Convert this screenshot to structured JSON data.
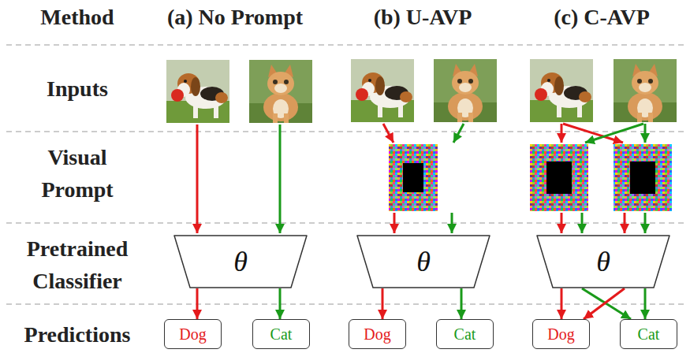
{
  "diagram": {
    "nodes": [
      {
        "text": [
          "θ"
        ]
      },
      {
        "text": [
          "θ"
        ]
      },
      {
        "text": [
          "θ"
        ]
      },
      {
        "text": [
          "Dog"
        ]
      },
      {
        "text": [
          "Cat"
        ]
      },
      {
        "text": [
          "Dog"
        ]
      },
      {
        "text": [
          "Cat"
        ]
      },
      {
        "text": [
          "Dog"
        ]
      },
      {
        "text": [
          "Cat"
        ]
      }
    ],
    "edges": [
      {
        "from": 0,
        "to": 3,
        "arrow": "to"
      },
      {
        "from": 0,
        "to": 4,
        "arrow": "to"
      },
      {
        "from": 1,
        "to": 5,
        "arrow": "to"
      },
      {
        "from": 1,
        "to": 6,
        "arrow": "to"
      },
      {
        "from": 2,
        "to": 7,
        "arrow": "to"
      },
      {
        "from": 2,
        "to": 8,
        "arrow": "to"
      },
      {
        "from": 2,
        "to": 7,
        "arrow": "to"
      },
      {
        "from": 2,
        "to": 8,
        "arrow": "to"
      }
    ],
    "labels": [
      "Method",
      "(a) No Prompt",
      "(b) U-AVP",
      "(c) C-AVP",
      "Inputs",
      "Visual Prompt",
      "Pretrained Classifier",
      "Predictions"
    ]
  }
}
